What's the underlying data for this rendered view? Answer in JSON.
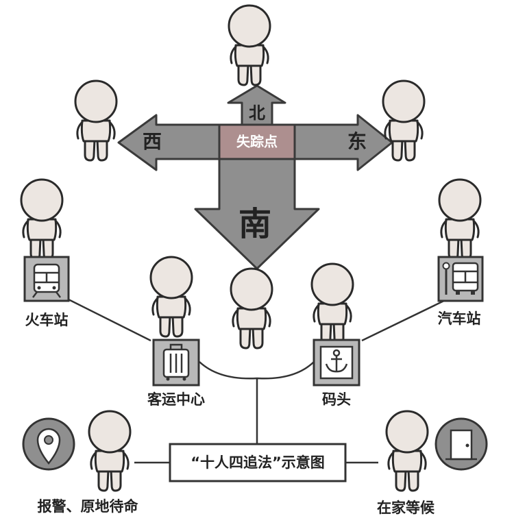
{
  "directions": {
    "north": "北",
    "west": "西",
    "east": "东",
    "south": "南",
    "center": "失踪点"
  },
  "locations": {
    "train_station": "火车站",
    "bus_station": "汽车站",
    "passenger_center": "客运中心",
    "dock": "码头",
    "report_police": "报警、原地待命",
    "wait_home": "在家等候"
  },
  "title_box": "“十人四追法”示意图",
  "colors": {
    "arrow_fill": "#8f8f8f",
    "arrow_stroke": "#3a3a3a",
    "center_fill": "#ad8f8f",
    "figure_fill": "#ece6e1",
    "icon_box_fill": "#b8b8b8",
    "line": "#333333"
  }
}
